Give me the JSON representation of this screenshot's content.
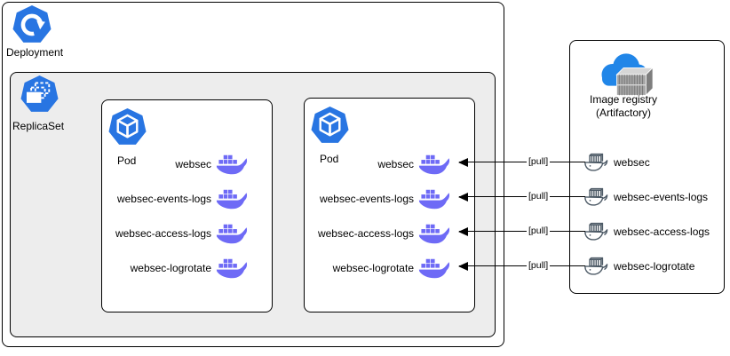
{
  "diagram": {
    "deployment": {
      "label": "Deployment"
    },
    "replicaset": {
      "label": "ReplicaSet"
    },
    "pod1": {
      "label": "Pod",
      "containers": [
        "websec",
        "websec-events-logs",
        "websec-access-logs",
        "websec-logrotate"
      ]
    },
    "pod2": {
      "label": "Pod",
      "containers": [
        "websec",
        "websec-events-logs",
        "websec-access-logs",
        "websec-logrotate"
      ]
    },
    "registry": {
      "title_line1": "Image registry",
      "title_line2": "(Artifactory)",
      "images": [
        "websec",
        "websec-events-logs",
        "websec-access-logs",
        "websec-logrotate"
      ]
    },
    "pull_label": "[pull]",
    "colors": {
      "kubernetes_blue": "#2875E2",
      "docker_purple": "#6E6AF6",
      "registry_outline_gray": "#4D5A66",
      "replicaset_fill": "#EDEDED",
      "cloud_blue": "#2186E8",
      "border": "#000000"
    }
  }
}
